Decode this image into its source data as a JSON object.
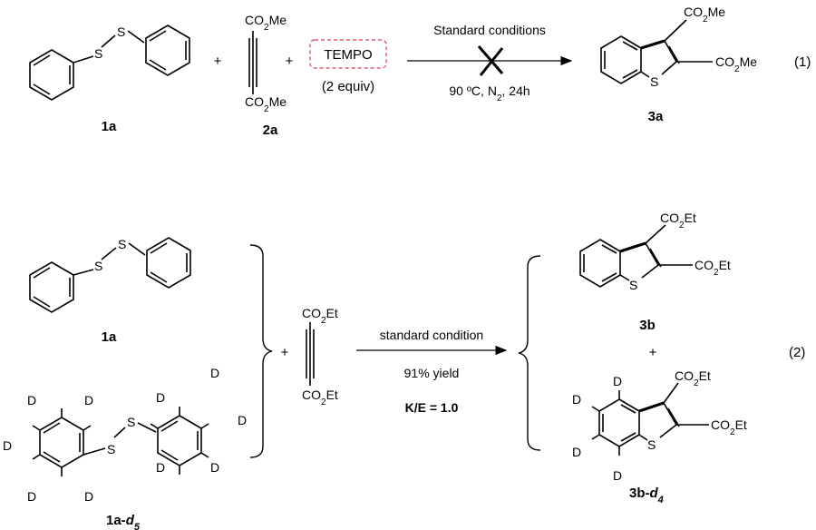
{
  "reaction1": {
    "compounds": {
      "disulfide": "1a",
      "alkyne": "2a",
      "product": "3a"
    },
    "plus1": "+",
    "plus2": "+",
    "additive_label": "TEMPO",
    "additive_amount": "(2 equiv)",
    "ester_top": "CO2Me",
    "ester_bottom": "CO2Me",
    "prod_ester_top": "CO2Me",
    "prod_ester_side": "CO2Me",
    "sulfur": "S",
    "arrow_above": "Standard conditions",
    "arrow_below": "90 ºC, N2, 24h",
    "eq_number": "(1)",
    "blocked": true,
    "colors": {
      "tempo_box": "#e05a6e",
      "blocked_x": "#000000"
    }
  },
  "reaction2": {
    "compounds": {
      "disulfide": "1a",
      "disulfide_d": "1a-d5",
      "product": "3b",
      "product_d": "3b-d4"
    },
    "plus_left": "+",
    "plus_right": "+",
    "ester_top": "CO2Et",
    "ester_bottom": "CO2Et",
    "prod_ester_top": "CO2Et",
    "prod_ester_side": "CO2Et",
    "prod_d_ester_top": "CO2Et",
    "prod_d_ester_side": "CO2Et",
    "sulfur": "S",
    "deuterium": "D",
    "arrow_above": "standard condition",
    "arrow_middle": "91% yield",
    "arrow_below": "K/E = 1.0",
    "eq_number": "(2)"
  }
}
